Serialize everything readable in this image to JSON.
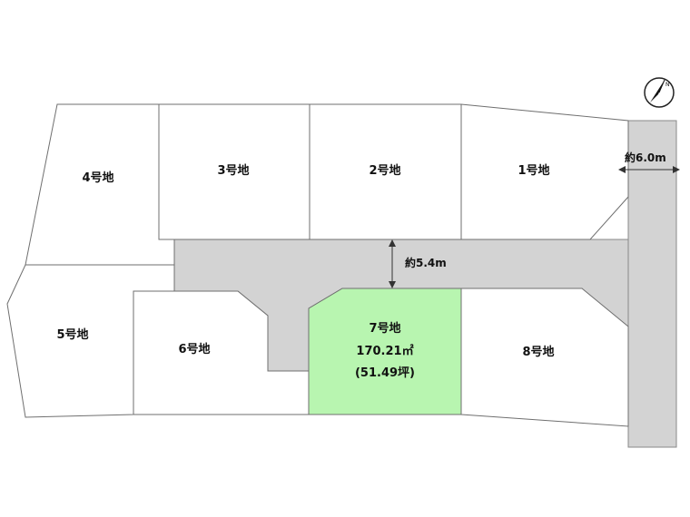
{
  "colors": {
    "road": "#d3d3d3",
    "lot": "#ffffff",
    "highlight": "#b8f5b0",
    "border": "#6f6f6f"
  },
  "north_arrow": {
    "icon": "north-arrow-icon",
    "label": "N"
  },
  "lots": [
    {
      "id": "1",
      "label": "1号地",
      "highlighted": false
    },
    {
      "id": "2",
      "label": "2号地",
      "highlighted": false
    },
    {
      "id": "3",
      "label": "3号地",
      "highlighted": false
    },
    {
      "id": "4",
      "label": "4号地",
      "highlighted": false
    },
    {
      "id": "5",
      "label": "5号地",
      "highlighted": false
    },
    {
      "id": "6",
      "label": "6号地",
      "highlighted": false
    },
    {
      "id": "7",
      "label": "7号地",
      "area_m2": "170.21㎡",
      "area_tsubo": "(51.49坪)",
      "highlighted": true
    },
    {
      "id": "8",
      "label": "8号地",
      "highlighted": false
    }
  ],
  "roads": {
    "main_width": "約6.0m",
    "inner_width": "約5.4m"
  }
}
